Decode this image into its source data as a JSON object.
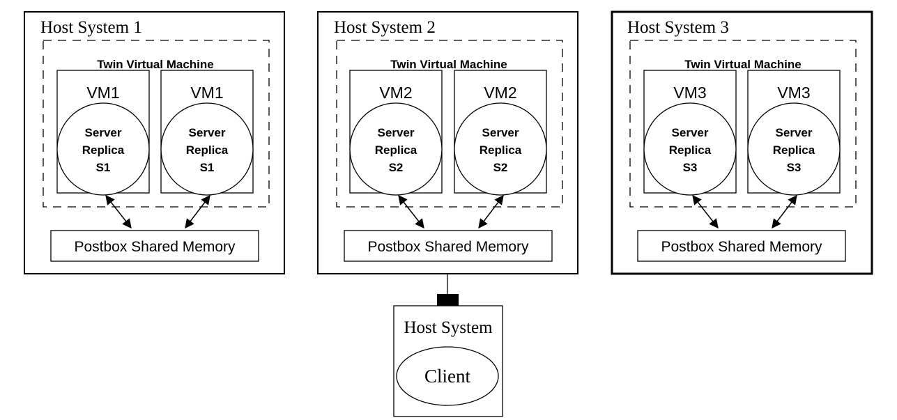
{
  "hosts": [
    {
      "title": "Host System 1",
      "twin_label": "Twin Virtual Machine",
      "vm_left": "VM1",
      "vm_right": "VM1",
      "replica_line1": "Server",
      "replica_line2": "Replica",
      "replica_id": "S1",
      "postbox": "Postbox Shared Memory"
    },
    {
      "title": "Host System 2",
      "twin_label": "Twin Virtual Machine",
      "vm_left": "VM2",
      "vm_right": "VM2",
      "replica_line1": "Server",
      "replica_line2": "Replica",
      "replica_id": "S2",
      "postbox": "Postbox Shared Memory"
    },
    {
      "title": "Host System 3",
      "twin_label": "Twin Virtual Machine",
      "vm_left": "VM3",
      "vm_right": "VM3",
      "replica_line1": "Server",
      "replica_line2": "Replica",
      "replica_id": "S3",
      "postbox": "Postbox Shared Memory"
    }
  ],
  "client_host": {
    "title": "Host System",
    "client_label": "Client"
  }
}
